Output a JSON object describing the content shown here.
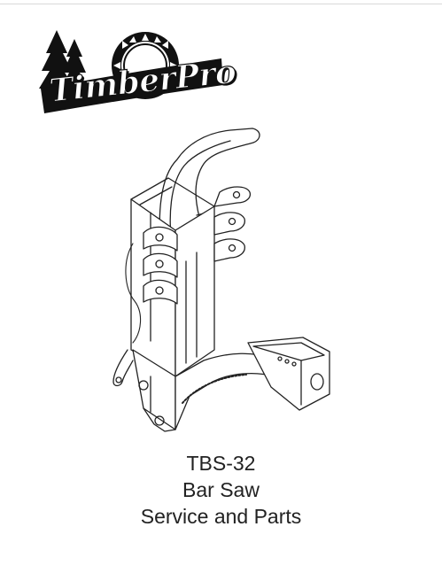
{
  "brand": {
    "logo_text": "TimberPro",
    "colors": {
      "ink": "#111111",
      "paper": "#ffffff"
    }
  },
  "cover": {
    "model": "TBS-32",
    "product": "Bar Saw",
    "document_type": "Service and Parts"
  },
  "icons": [
    "pine-trees-icon",
    "saw-blade-icon",
    "bar-saw-illustration"
  ]
}
